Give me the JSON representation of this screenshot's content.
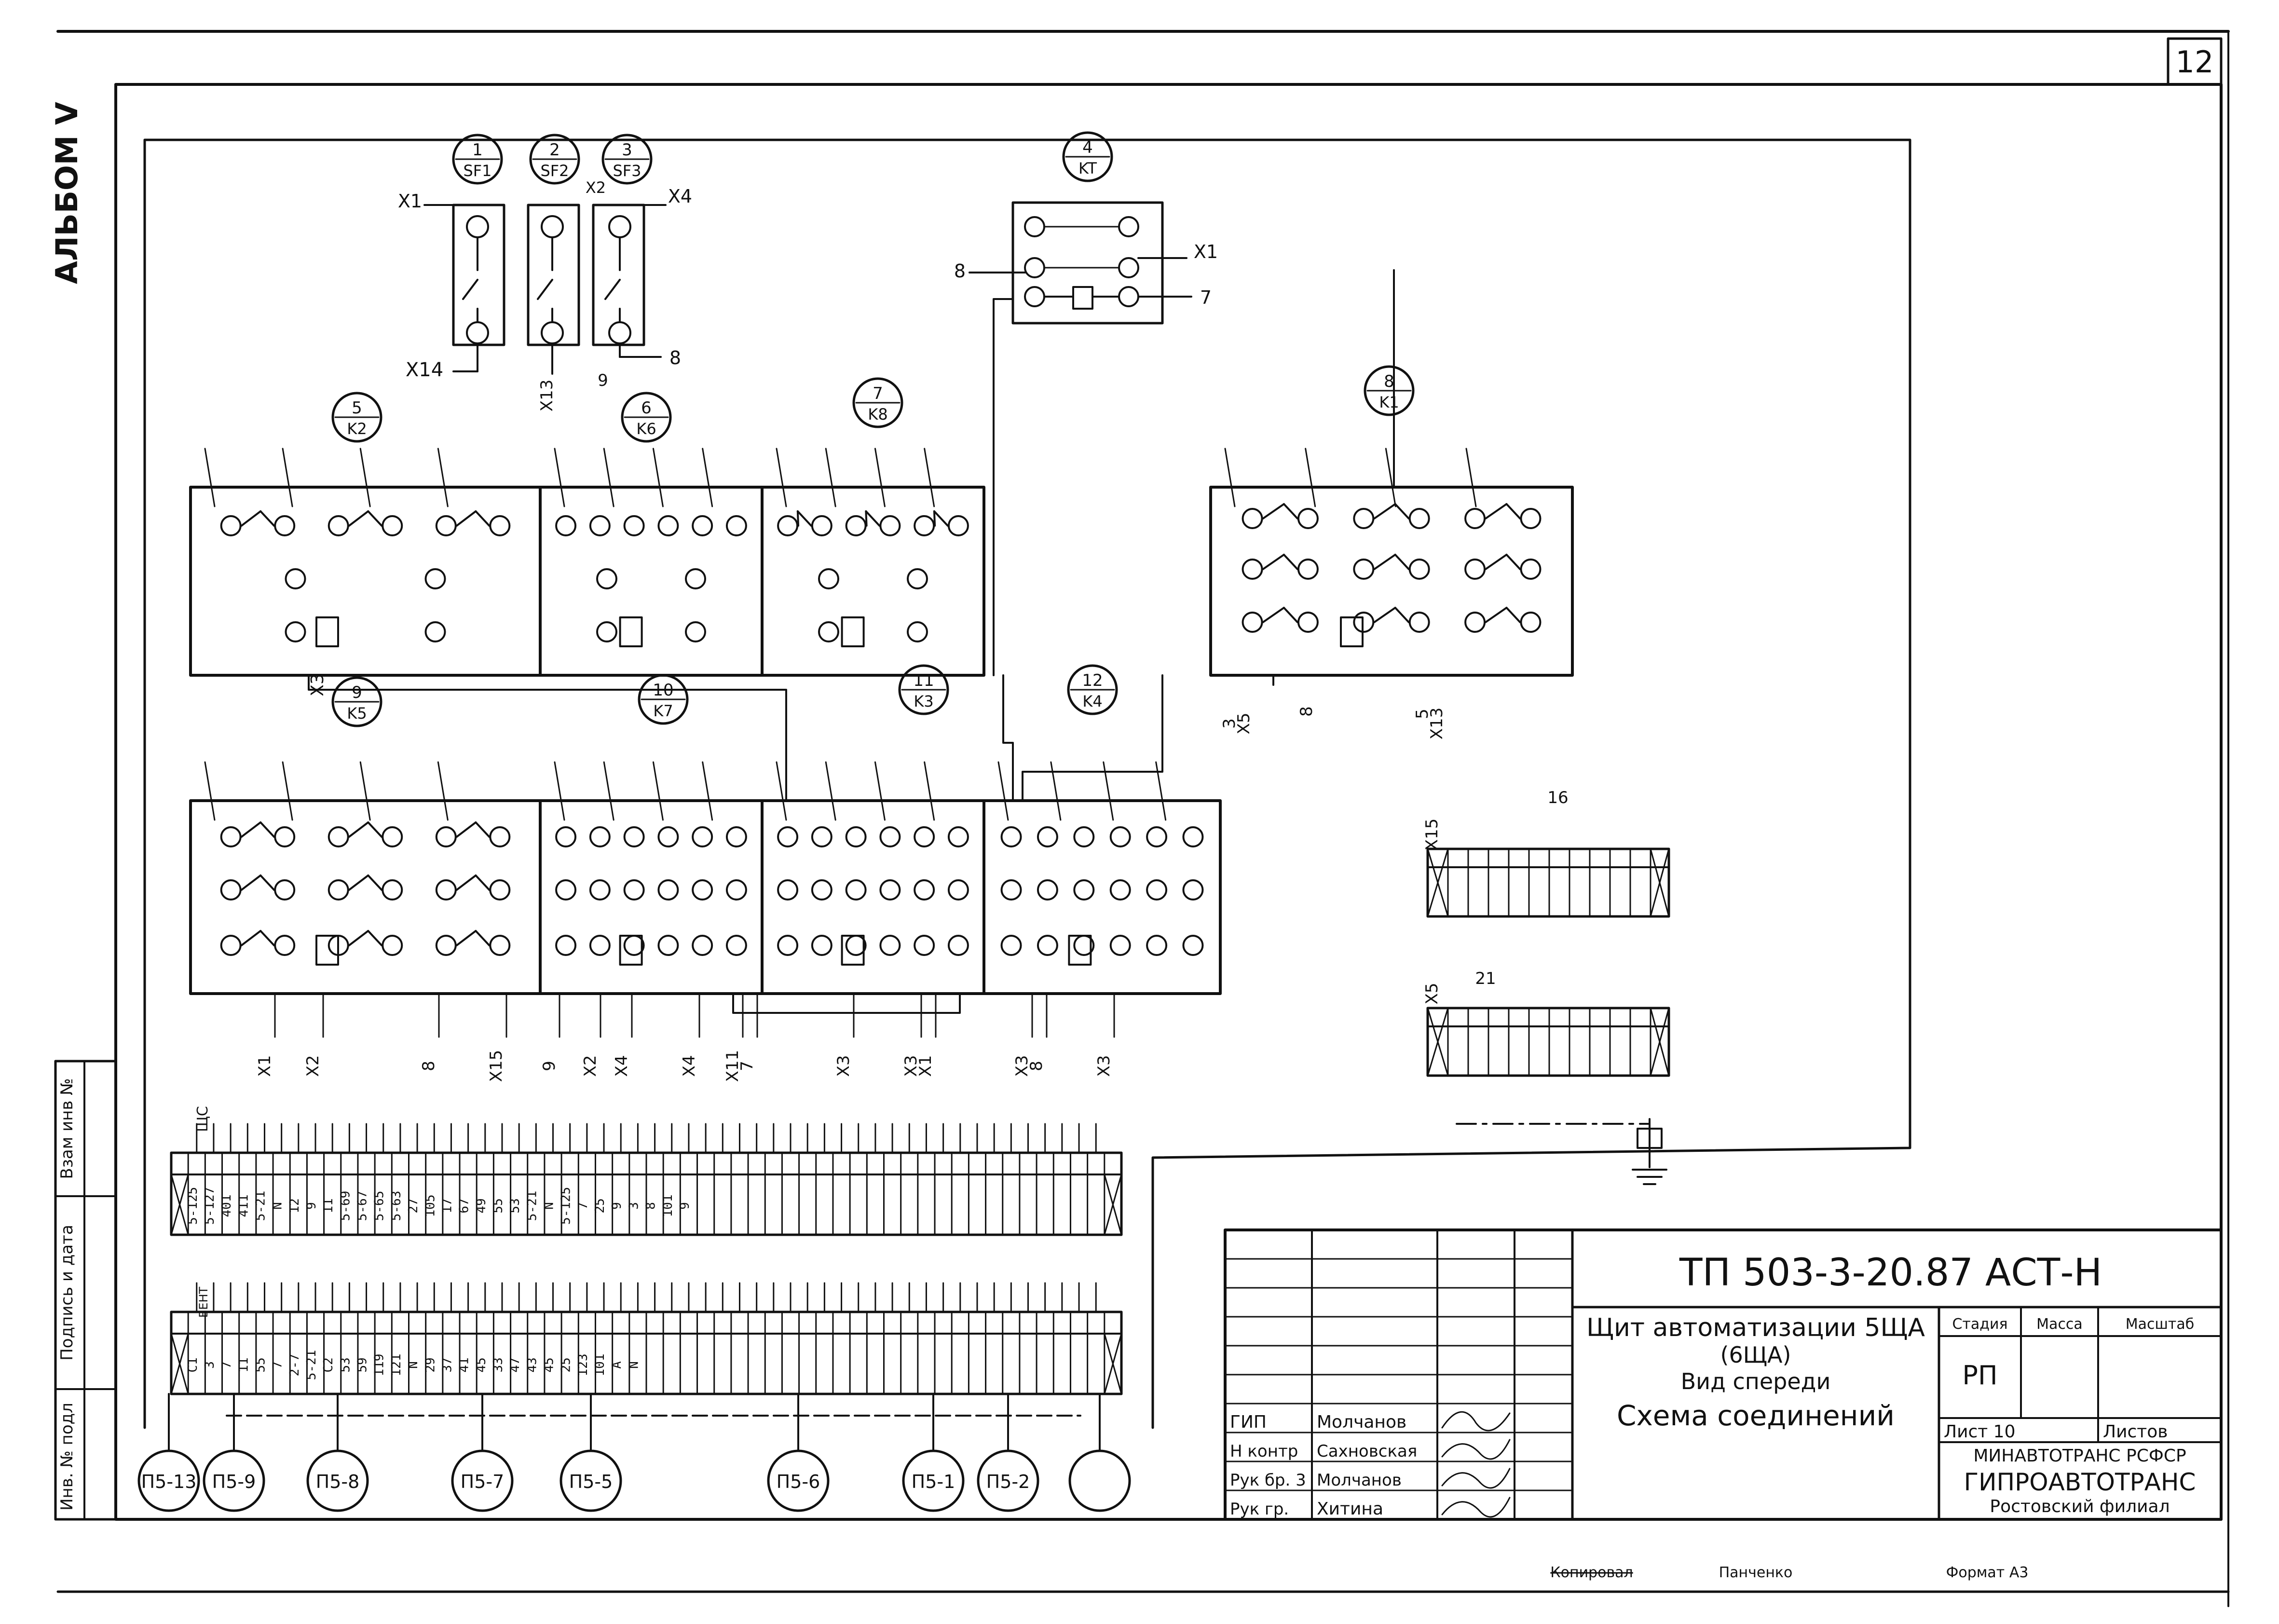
{
  "sheet": {
    "page_number": "12",
    "album_mark": "АЛЬБОМ V",
    "margin_fields": [
      "Инв. № подл",
      "Подпись и дата",
      "Взам инв №"
    ]
  },
  "devices": {
    "sf1": {
      "num": "1",
      "tag": "SF1"
    },
    "sf2": {
      "num": "2",
      "tag": "SF2"
    },
    "sf3": {
      "num": "3",
      "tag": "SF3"
    },
    "kt": {
      "num": "4",
      "tag": "KT"
    },
    "k2": {
      "num": "5",
      "tag": "K2"
    },
    "k6": {
      "num": "6",
      "tag": "K6"
    },
    "k8": {
      "num": "7",
      "tag": "K8"
    },
    "k1": {
      "num": "8",
      "tag": "K1"
    },
    "k5": {
      "num": "9",
      "tag": "K5"
    },
    "k7": {
      "num": "10",
      "tag": "K7"
    },
    "k3": {
      "num": "11",
      "tag": "K3"
    },
    "k4": {
      "num": "12",
      "tag": "K4"
    }
  },
  "wire_labels": {
    "sf1_top": "X1",
    "sf1_bot": "X14",
    "sf2_top": "X2",
    "sf2_bot": "X13",
    "sf3_top": "X4",
    "sf3_bot": "8",
    "sf3_bot2": "9",
    "kt_left": "8",
    "kt_right_top": "X1",
    "kt_right_bot": "7",
    "k2_bottom": "X3",
    "k1_bottom_a": "3",
    "k1_bottom_b": "X5",
    "k1_bottom_c": "8",
    "k1_bottom_d": "5",
    "k1_bottom_e": "X13",
    "row_bottom": [
      "X1",
      "X2",
      "8",
      "X15",
      "9",
      "X2",
      "X4",
      "X4",
      "X11",
      "7",
      "X3",
      "X3",
      "X1",
      "X3",
      "8",
      "X3"
    ]
  },
  "terminals": {
    "right_strip_a_label": "X15",
    "right_strip_a_count": "16",
    "right_strip_b_label": "X5",
    "right_strip_b_count": "21",
    "top_block_header": "ЩС",
    "lower_block_header": "ВЕНТ",
    "top_row_wires": [
      "5-125",
      "5-127",
      "401",
      "411",
      "5-21",
      "N",
      "12",
      "9",
      "11",
      "5-69",
      "5-67",
      "5-65",
      "5-63",
      "27",
      "105",
      "17",
      "67",
      "49",
      "55",
      "53",
      "5-21",
      "N",
      "5-125",
      "7",
      "25",
      "9",
      "3",
      "8",
      "101",
      "9"
    ],
    "bottom_row_wires": [
      "С1",
      "3",
      "7",
      "11",
      "55",
      "7",
      "2-7",
      "5-21",
      "С2",
      "53",
      "59",
      "119",
      "121",
      "N",
      "29",
      "37",
      "41",
      "45",
      "33",
      "47",
      "43",
      "45",
      "25",
      "123",
      "101",
      "А",
      "N"
    ]
  },
  "cables": [
    {
      "id": "ps13",
      "label": "П5-13"
    },
    {
      "id": "ps9",
      "label": "П5-9"
    },
    {
      "id": "ps8",
      "label": "П5-8"
    },
    {
      "id": "ps7",
      "label": "П5-7"
    },
    {
      "id": "ps5",
      "label": "П5-5"
    },
    {
      "id": "ps6",
      "label": "П5-6"
    },
    {
      "id": "ps1",
      "label": "П5-1"
    },
    {
      "id": "ps2",
      "label": "П5-2"
    },
    {
      "id": "ps_blank",
      "label": ""
    }
  ],
  "title_block": {
    "doc_code": "ТП 503-3-20.87 АСТ-Н",
    "title_line1": "Щит автоматизации 5ЩА",
    "title_line2": "(6ЩА)",
    "title_line3": "Вид спереди",
    "title_line4": "Схема соединений",
    "col_stage": "Стадия",
    "col_mass": "Масса",
    "col_scale": "Масштаб",
    "stage_value": "РП",
    "sheet_label": "Лист 10",
    "sheets_label": "Листов",
    "org1": "МИНАВТОТРАНС РСФСР",
    "org2": "ГИПРОАВТОТРАНС",
    "org3": "Ростовский филиал",
    "roles": [
      {
        "role": "ГИП",
        "name": "Молчанов"
      },
      {
        "role": "Н контр",
        "name": "Сахновская"
      },
      {
        "role": "Рук бр. 3",
        "name": "Молчанов"
      },
      {
        "role": "Рук гр.",
        "name": "Хитина"
      }
    ]
  },
  "footer": {
    "copied": "Копировал",
    "copier": "Панченко",
    "format": "Формат А3"
  }
}
